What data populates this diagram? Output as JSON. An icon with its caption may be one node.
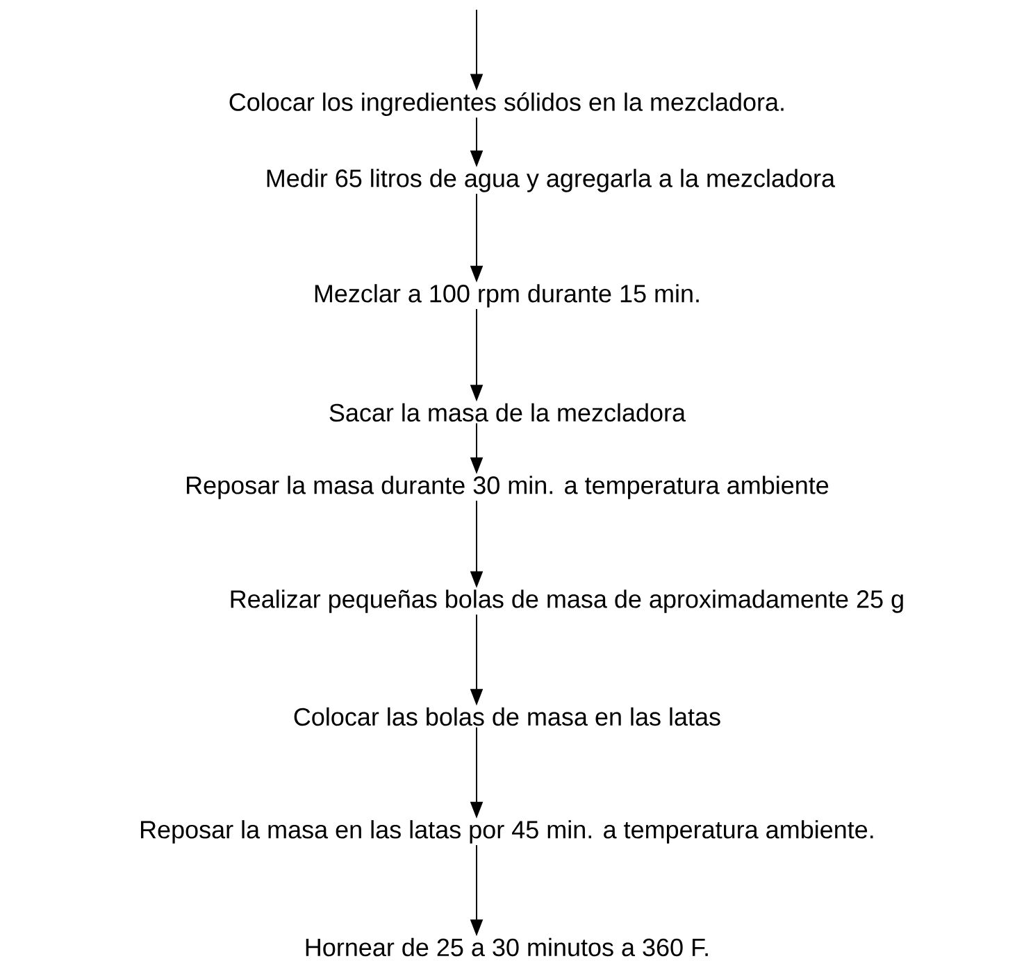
{
  "diagram": {
    "nodes": [
      {
        "text": [
          "Colocar los ingredientes sólidos en la mezcladora."
        ]
      },
      {
        "text": [
          "Medir 65 litros de agua  y agregarla a la mezcladora"
        ]
      },
      {
        "text": [
          "Mezclar  a 100 rpm durante 15 min."
        ]
      },
      {
        "text": [
          "Sacar la masa de la mezcladora"
        ]
      },
      {
        "text": [
          "Reposar la masa durante 30 min. a temperatura ambiente"
        ]
      },
      {
        "text": [
          "Realizar pequeñas bolas de masa de aproximadamente 25 g"
        ]
      },
      {
        "text": [
          "Colocar las bolas de masa en las latas"
        ]
      },
      {
        "text": [
          "Reposar la masa en las latas por 45  min. a temperatura ambiente."
        ]
      },
      {
        "text": [
          "Hornear de 25 a 30 minutos a 360 F."
        ]
      }
    ],
    "edges": [
      {
        "from": null,
        "to": 0,
        "arrow": "to"
      },
      {
        "from": 0,
        "to": 1,
        "arrow": "to"
      },
      {
        "from": 1,
        "to": 2,
        "arrow": "to"
      },
      {
        "from": 2,
        "to": 3,
        "arrow": "to"
      },
      {
        "from": 3,
        "to": 4,
        "arrow": "to"
      },
      {
        "from": 4,
        "to": 5,
        "arrow": "to"
      },
      {
        "from": 5,
        "to": 6,
        "arrow": "to"
      },
      {
        "from": 6,
        "to": 7,
        "arrow": "to"
      },
      {
        "from": 7,
        "to": 8,
        "arrow": "to"
      }
    ]
  }
}
